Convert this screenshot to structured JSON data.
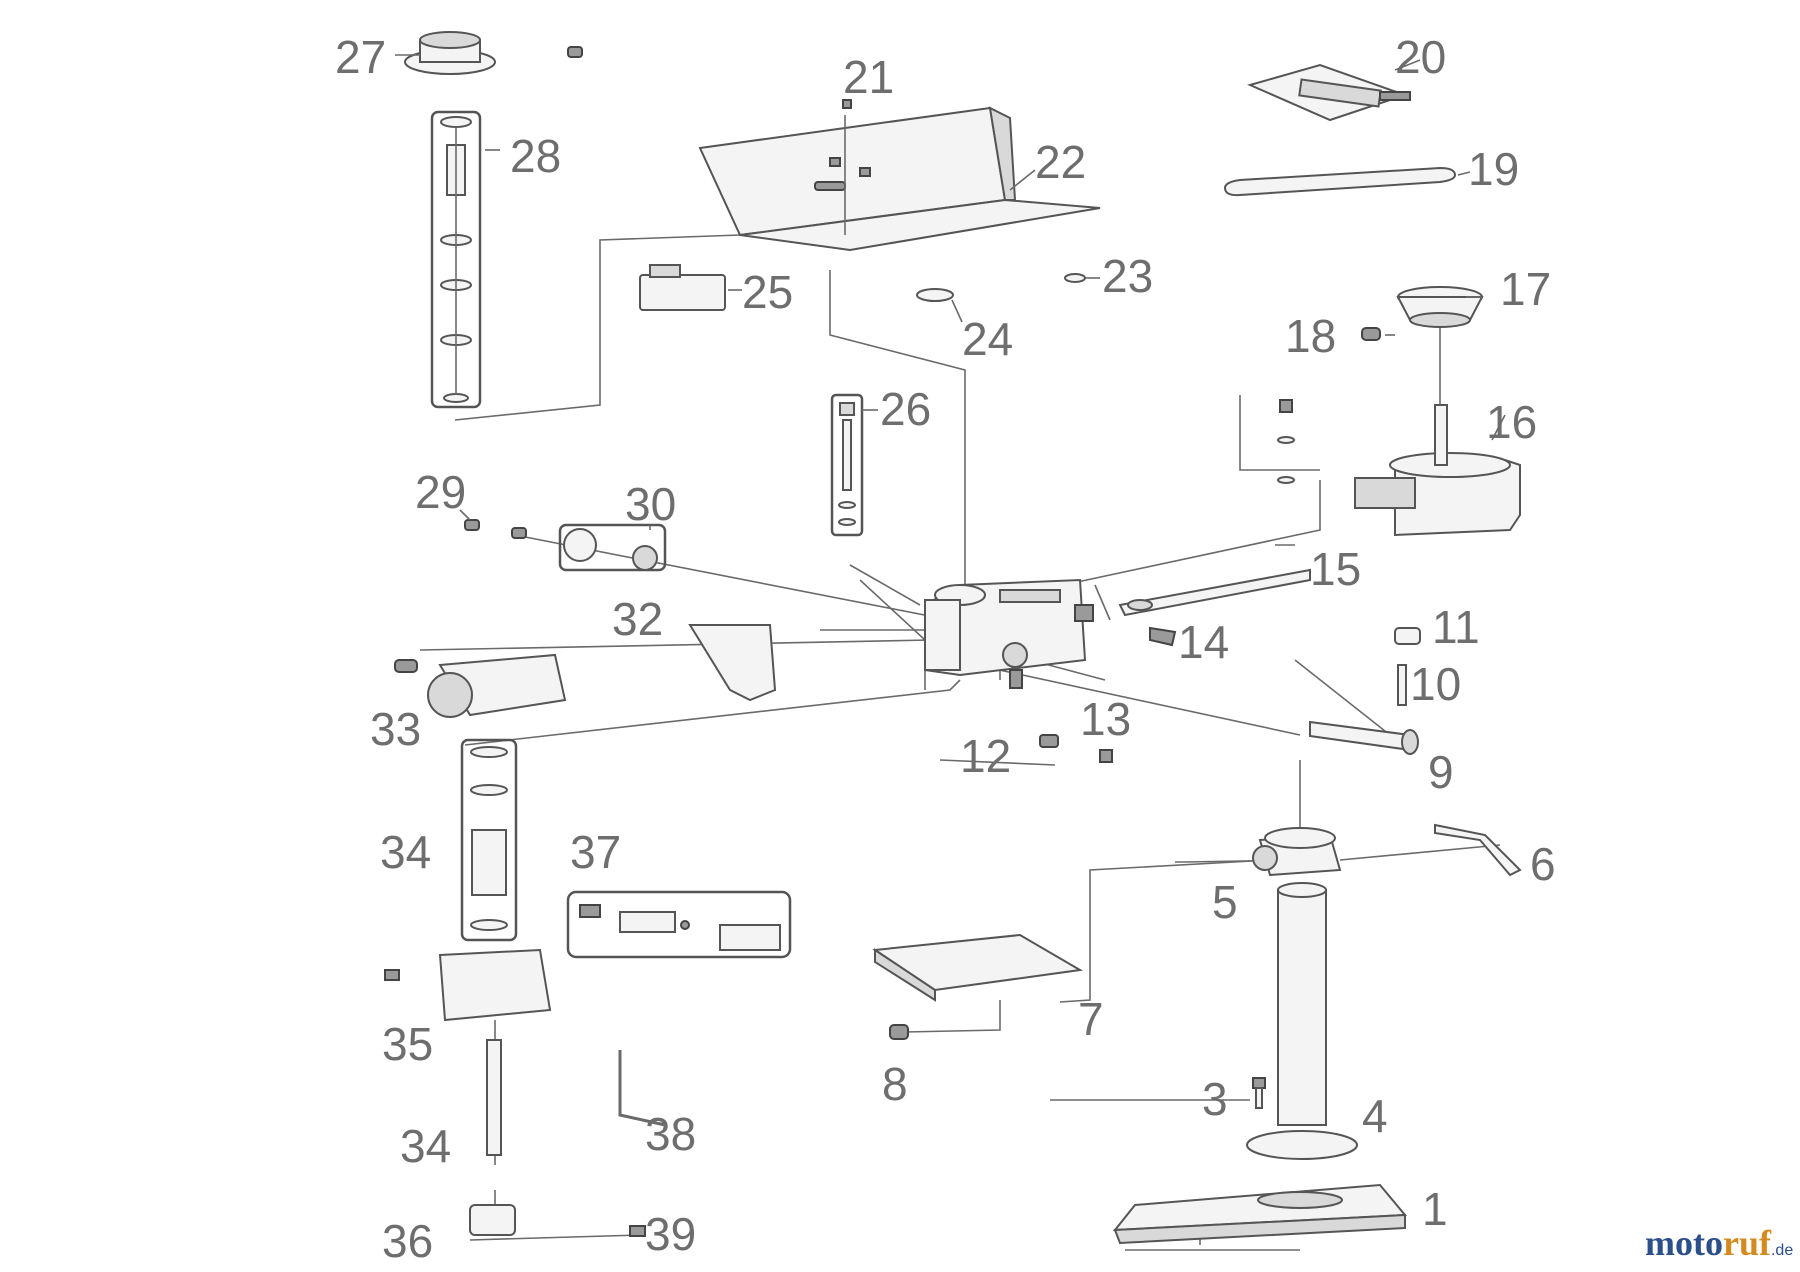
{
  "diagram": {
    "part_numbers": [
      "1",
      "3",
      "4",
      "5",
      "6",
      "7",
      "8",
      "9",
      "10",
      "11",
      "12",
      "13",
      "14",
      "15",
      "16",
      "17",
      "18",
      "19",
      "20",
      "21",
      "22",
      "23",
      "24",
      "25",
      "26",
      "27",
      "28",
      "29",
      "30",
      "32",
      "33",
      "34",
      "34",
      "35",
      "36",
      "37",
      "38",
      "39"
    ]
  },
  "brand": {
    "part1": "moto",
    "part2": "ruf",
    "suffix": ".de"
  }
}
